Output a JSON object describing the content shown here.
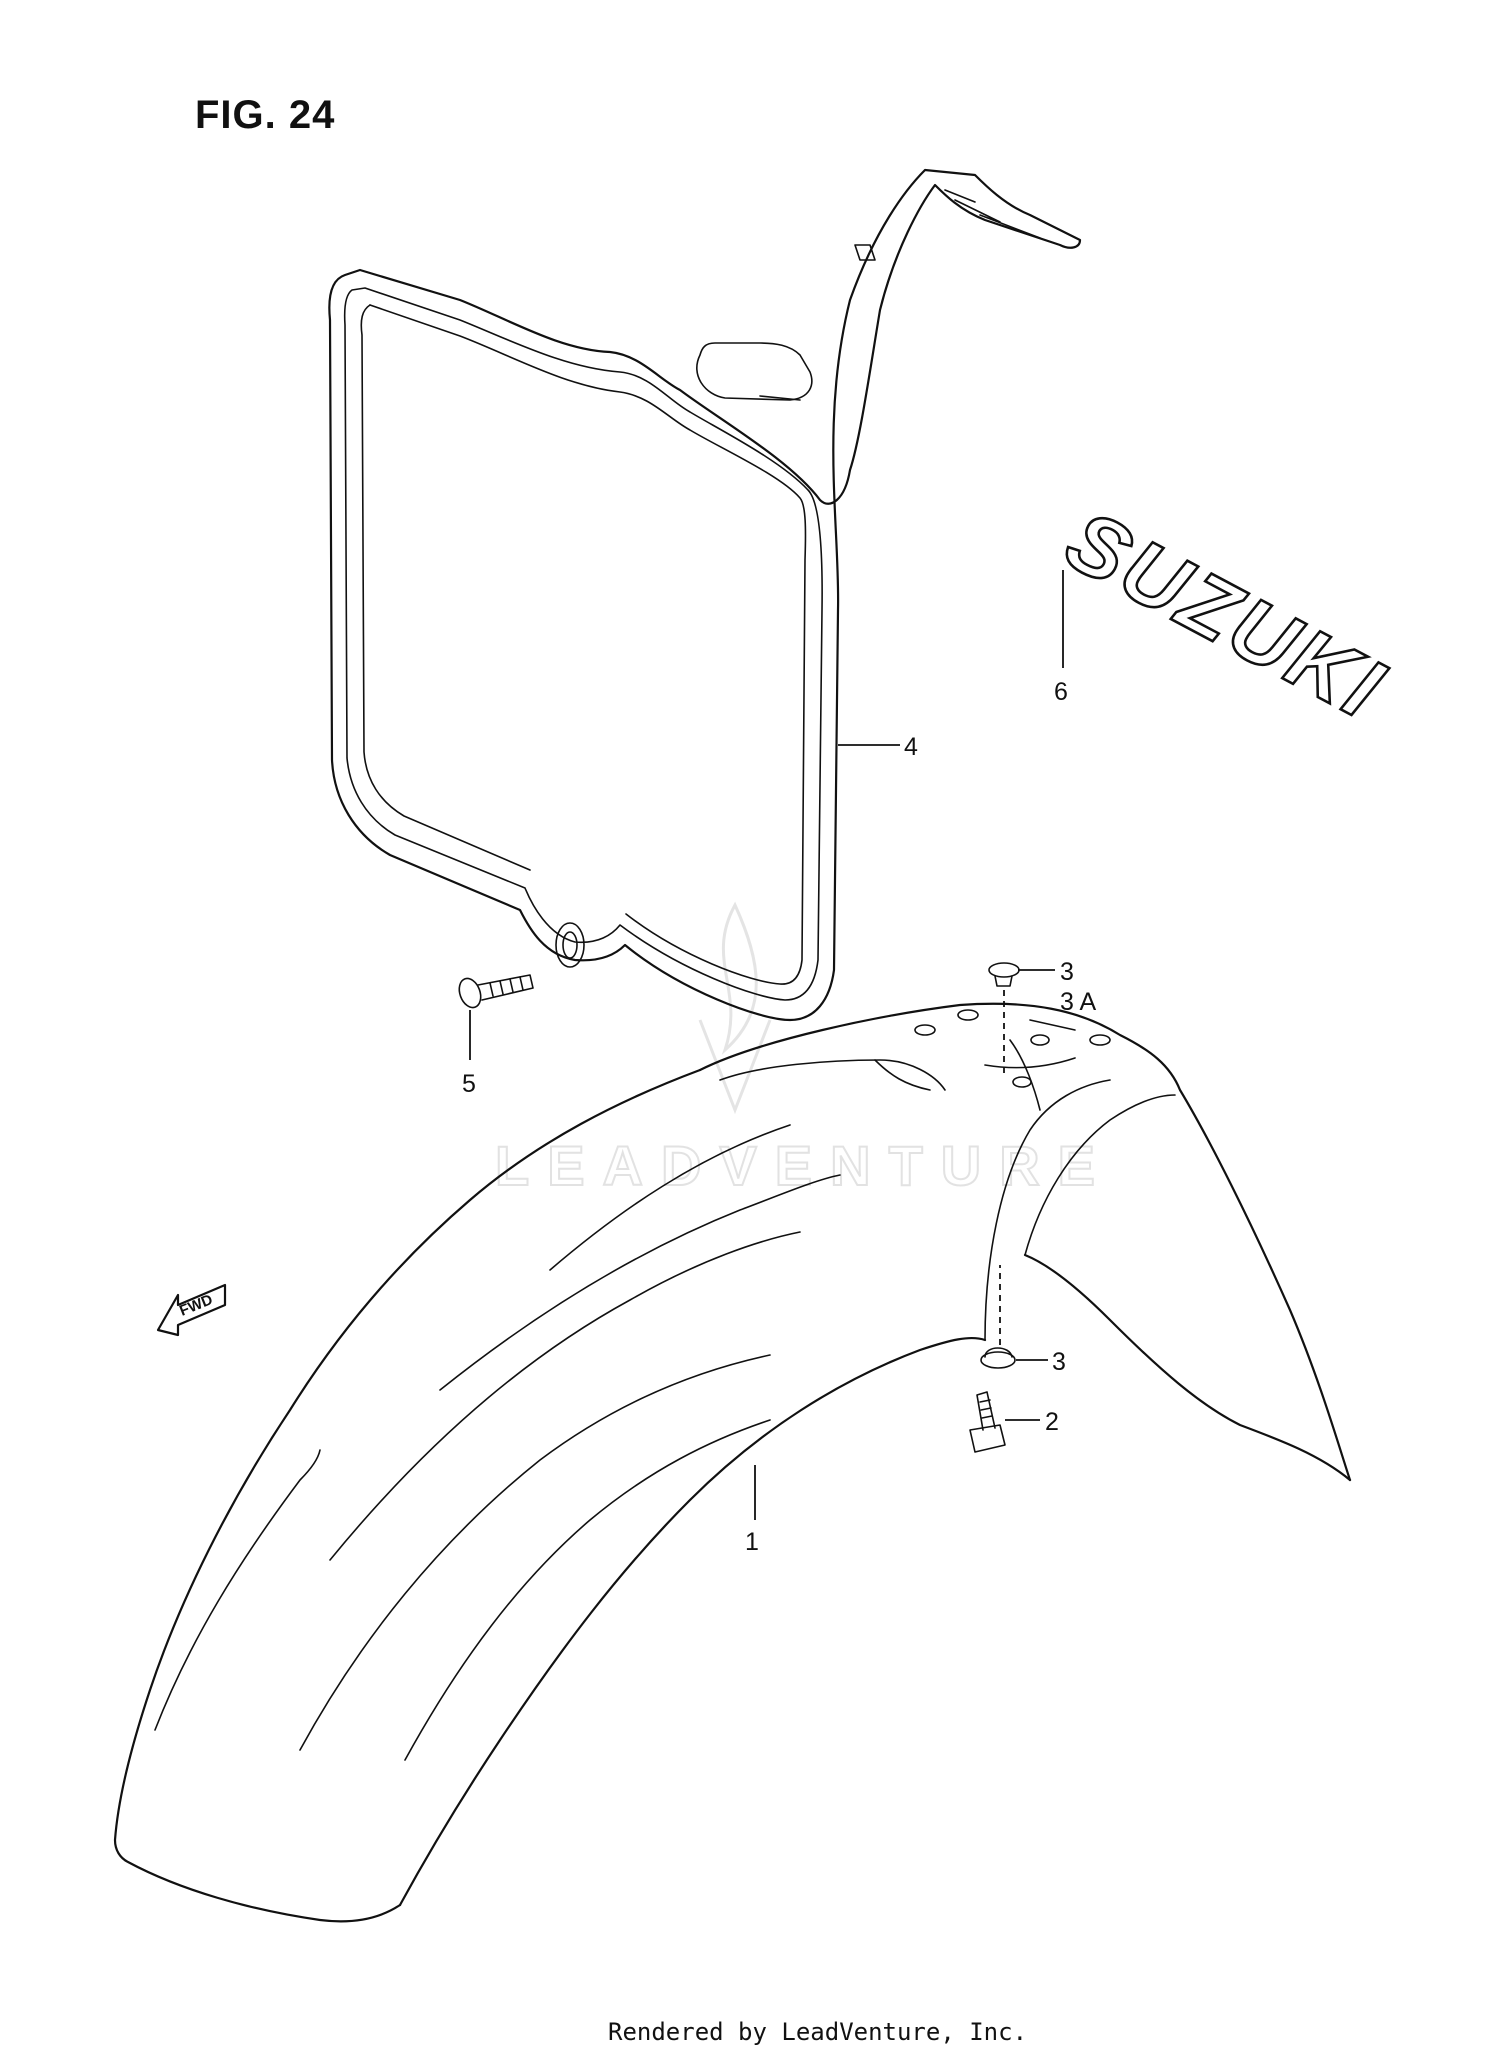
{
  "figure": {
    "title": "FIG. 24"
  },
  "callouts": {
    "front_fender": "1",
    "bolt": "2",
    "washer_top": "3",
    "washer_top_alt": "3 A",
    "washer_bottom": "3",
    "number_plate": "4",
    "screw": "5",
    "emblem": "6"
  },
  "logo_text": "SUZUKI",
  "fwd_label": "FWD",
  "watermark": "LEADVENTURE",
  "footer": "Rendered by LeadVenture, Inc."
}
